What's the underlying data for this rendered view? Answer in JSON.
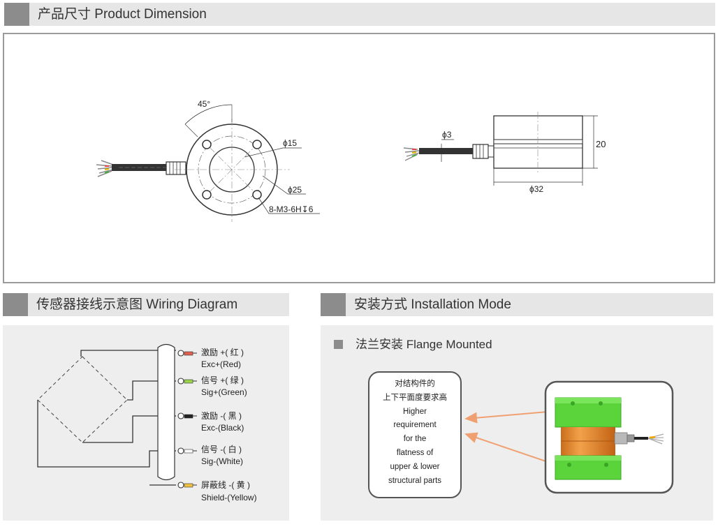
{
  "sections": {
    "product_dimension": "产品尺寸 Product Dimension",
    "wiring_diagram": "传感器接线示意图 Wiring Diagram",
    "installation_mode": "安装方式 Installation Mode"
  },
  "dimensions": {
    "angle": "45°",
    "d15": "ϕ15",
    "d25": "ϕ25",
    "thread": "8-M3-6H↧6",
    "d3": "ϕ3",
    "h20": "20",
    "d32": "ϕ32"
  },
  "wiring": [
    {
      "cn": "激励 +( 红 )",
      "en": "Exc+(Red)",
      "color": "#d9534f"
    },
    {
      "cn": "信号 +( 绿 )",
      "en": "Sig+(Green)",
      "color": "#5cb85c"
    },
    {
      "cn": "激励 -( 黑 )",
      "en": "Exc-(Black)",
      "color": "#222222"
    },
    {
      "cn": "信号 -( 白 )",
      "en": "Sig-(White)",
      "color": "#f5f5f5"
    },
    {
      "cn": "屏蔽线 -( 黄 )",
      "en": "Shield-(Yellow)",
      "color": "#f0c040"
    }
  ],
  "installation": {
    "subtitle": "法兰安装 Flange Mounted",
    "note_lines": [
      "对结构件的",
      "上下平面度要求高",
      "Higher",
      "requirement",
      "for the",
      "flatness of",
      "upper & lower",
      "structural parts"
    ]
  },
  "colors": {
    "header_bg": "#e6e6e6",
    "header_block": "#8c8c8c",
    "panel_bg": "#eeeeee",
    "arrow": "#f0a070",
    "plate_green": "#5ad43a",
    "body_orange": "#e88a2c"
  }
}
